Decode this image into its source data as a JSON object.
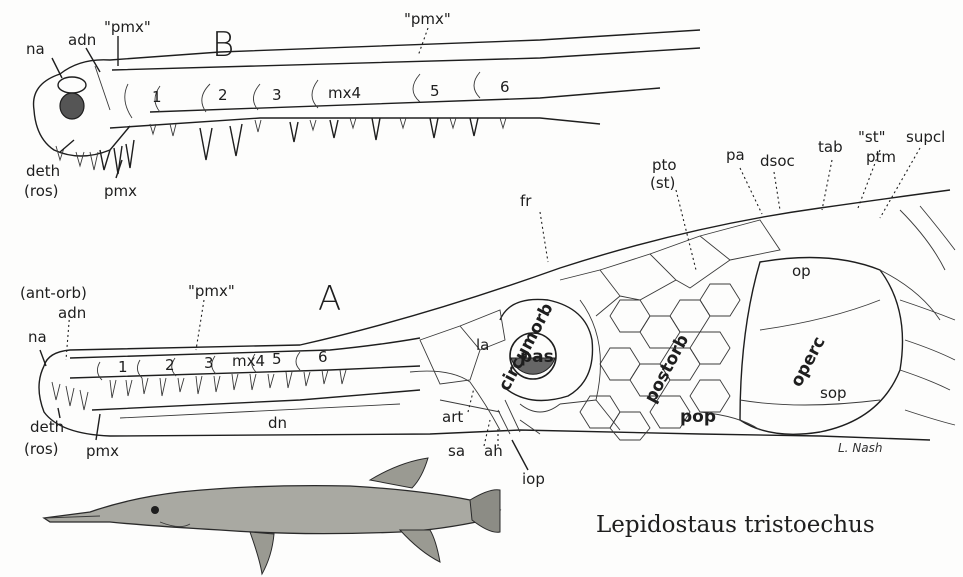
{
  "figure": {
    "panel_a": "A",
    "panel_b": "B",
    "caption": "Lepidostaus tristoechus",
    "signature": "L. Nash"
  },
  "labels_b": {
    "na": "na",
    "adn": "adn",
    "pmx_top_left": "\"pmx\"",
    "pmx_top_right": "\"pmx\"",
    "deth": "deth",
    "ros": "(ros)",
    "pmx_bottom": "pmx",
    "n1": "1",
    "n2": "2",
    "n3": "3",
    "mx4": "mx4",
    "n5": "5",
    "n6": "6"
  },
  "labels_a": {
    "ant_orb": "(ant-orb)",
    "adn": "adn",
    "na": "na",
    "pmx_top": "\"pmx\"",
    "deth": "deth",
    "ros": "(ros)",
    "pmx_bottom": "pmx",
    "n1": "1",
    "n2": "2",
    "n3": "3",
    "mx4": "mx4",
    "n5": "5",
    "n6": "6",
    "dn": "dn",
    "la": "la",
    "pas": "pas",
    "circumorb": "circumorb",
    "postorb": "postorb",
    "operc": "operc",
    "sop": "sop",
    "pop": "pop",
    "op": "op",
    "art": "art",
    "sa": "sa",
    "ah": "ah",
    "iop": "iop",
    "fr": "fr",
    "pto": "pto",
    "st_paren": "(st)",
    "pa": "pa",
    "dsoc": "dsoc",
    "tab": "tab",
    "st_quote": "\"st\"",
    "ptm": "ptm",
    "supcl": "supcl"
  },
  "colors": {
    "ink": "#1e1e1e",
    "paper": "#fdfdfc"
  }
}
